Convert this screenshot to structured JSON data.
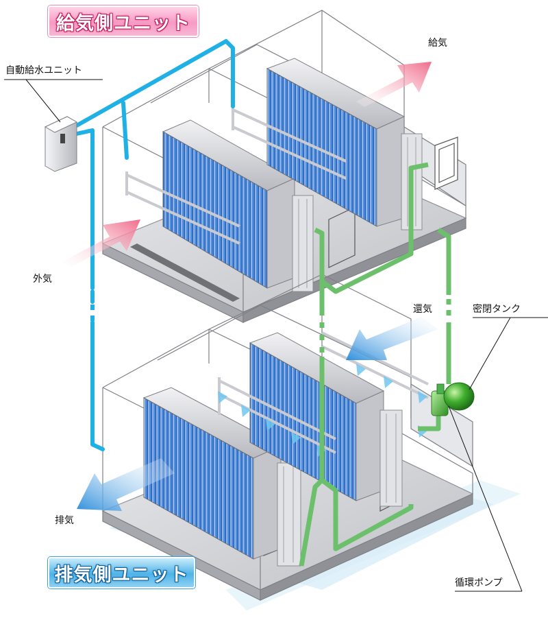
{
  "titles": {
    "supply_unit": "給気側ユニット",
    "exhaust_unit": "排気側ユニット"
  },
  "labels": {
    "auto_water_unit": "自動給水ユニット",
    "supply_air": "給気",
    "outside_air": "外気",
    "return_air": "還気",
    "sealed_tank": "密閉タンク",
    "exhaust_air": "排気",
    "circulation_pump": "循環ポンプ"
  },
  "colors": {
    "supply_badge": "#f79ac4",
    "exhaust_badge": "#4fb3e8",
    "water_pipe": "#1fb0e6",
    "brine_pipe": "#6cc06c",
    "coil": "#2f6fc8",
    "housing": "#9a9a9a",
    "arrow_warm": "#f06a8a",
    "arrow_cool": "#3a9fe0"
  },
  "icons": {
    "pump": "pump-icon",
    "tank": "tank-icon"
  }
}
